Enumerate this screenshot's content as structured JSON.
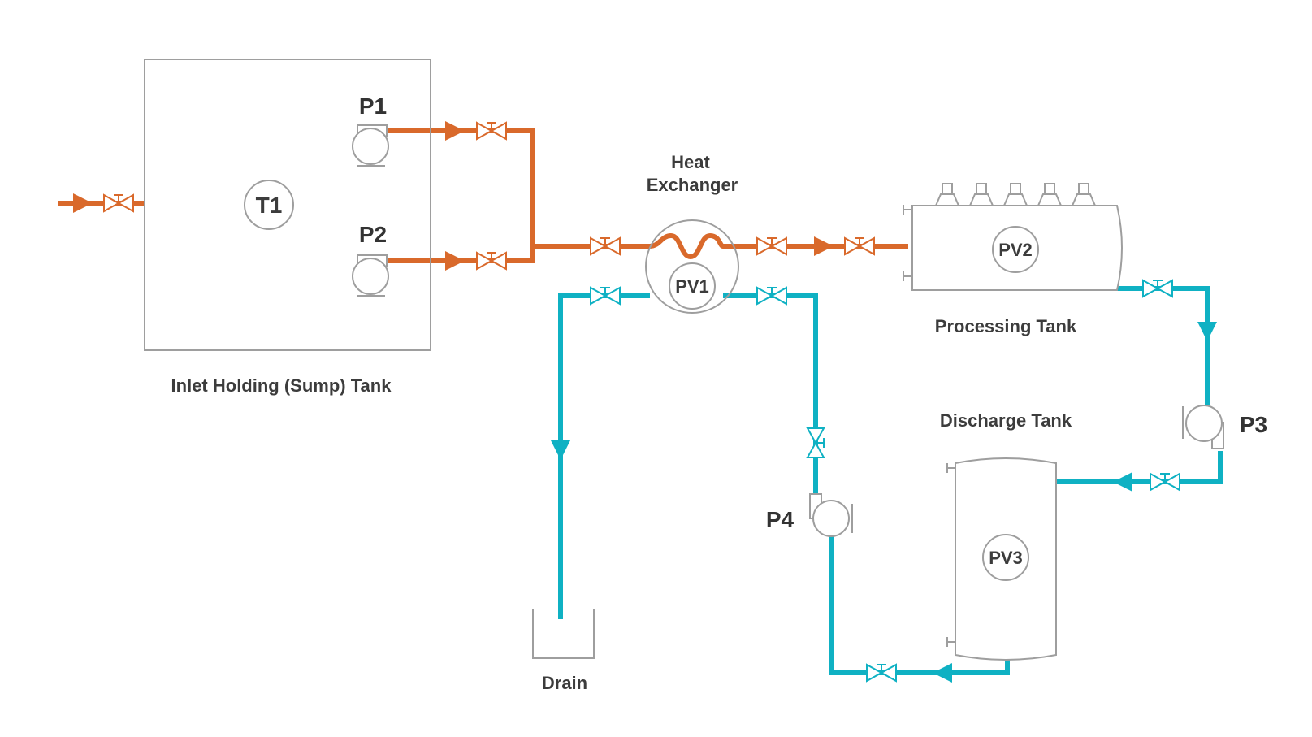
{
  "colors": {
    "hot_line": "#d9692b",
    "cold_line": "#0fb1c3",
    "equipment": "#9e9e9e",
    "text": "#3c3c3c"
  },
  "labels": {
    "inlet_tank": "Inlet Holding (Sump) Tank",
    "heat_exchanger_line1": "Heat",
    "heat_exchanger_line2": "Exchanger",
    "processing_tank": "Processing Tank",
    "discharge_tank": "Discharge Tank",
    "drain": "Drain"
  },
  "tags": {
    "t1": "T1",
    "pv1": "PV1",
    "pv2": "PV2",
    "pv3": "PV3"
  },
  "pumps": {
    "p1": "P1",
    "p2": "P2",
    "p3": "P3",
    "p4": "P4"
  }
}
